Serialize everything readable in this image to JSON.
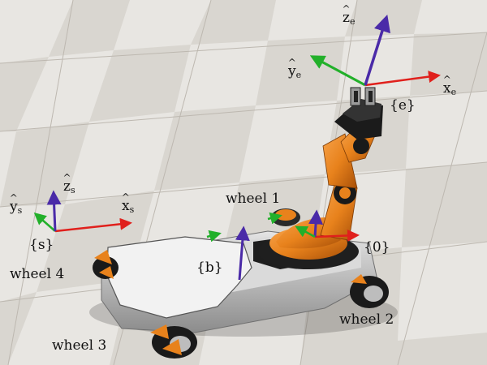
{
  "labels": {
    "wheel1": "wheel 1",
    "wheel2": "wheel 2",
    "wheel3": "wheel 3",
    "wheel4": "wheel 4",
    "frame_s": "{s}",
    "frame_b": "{b}",
    "frame_0": "{0}",
    "frame_e": "{e}"
  },
  "axes": {
    "s": {
      "x": "x",
      "y": "y",
      "z": "z",
      "sub": "s"
    },
    "e": {
      "x": "x",
      "y": "y",
      "z": "z",
      "sub": "e"
    }
  },
  "colors": {
    "x_axis": "#e0201c",
    "y_axis": "#22b02a",
    "z_axis": "#4a2aa8",
    "robot_orange": "#e8821c",
    "robot_dark": "#1a1a1a",
    "base_grey": "#c9c9c9",
    "floor_light": "#e6e4e0",
    "floor_dark": "#cfcbc4"
  }
}
